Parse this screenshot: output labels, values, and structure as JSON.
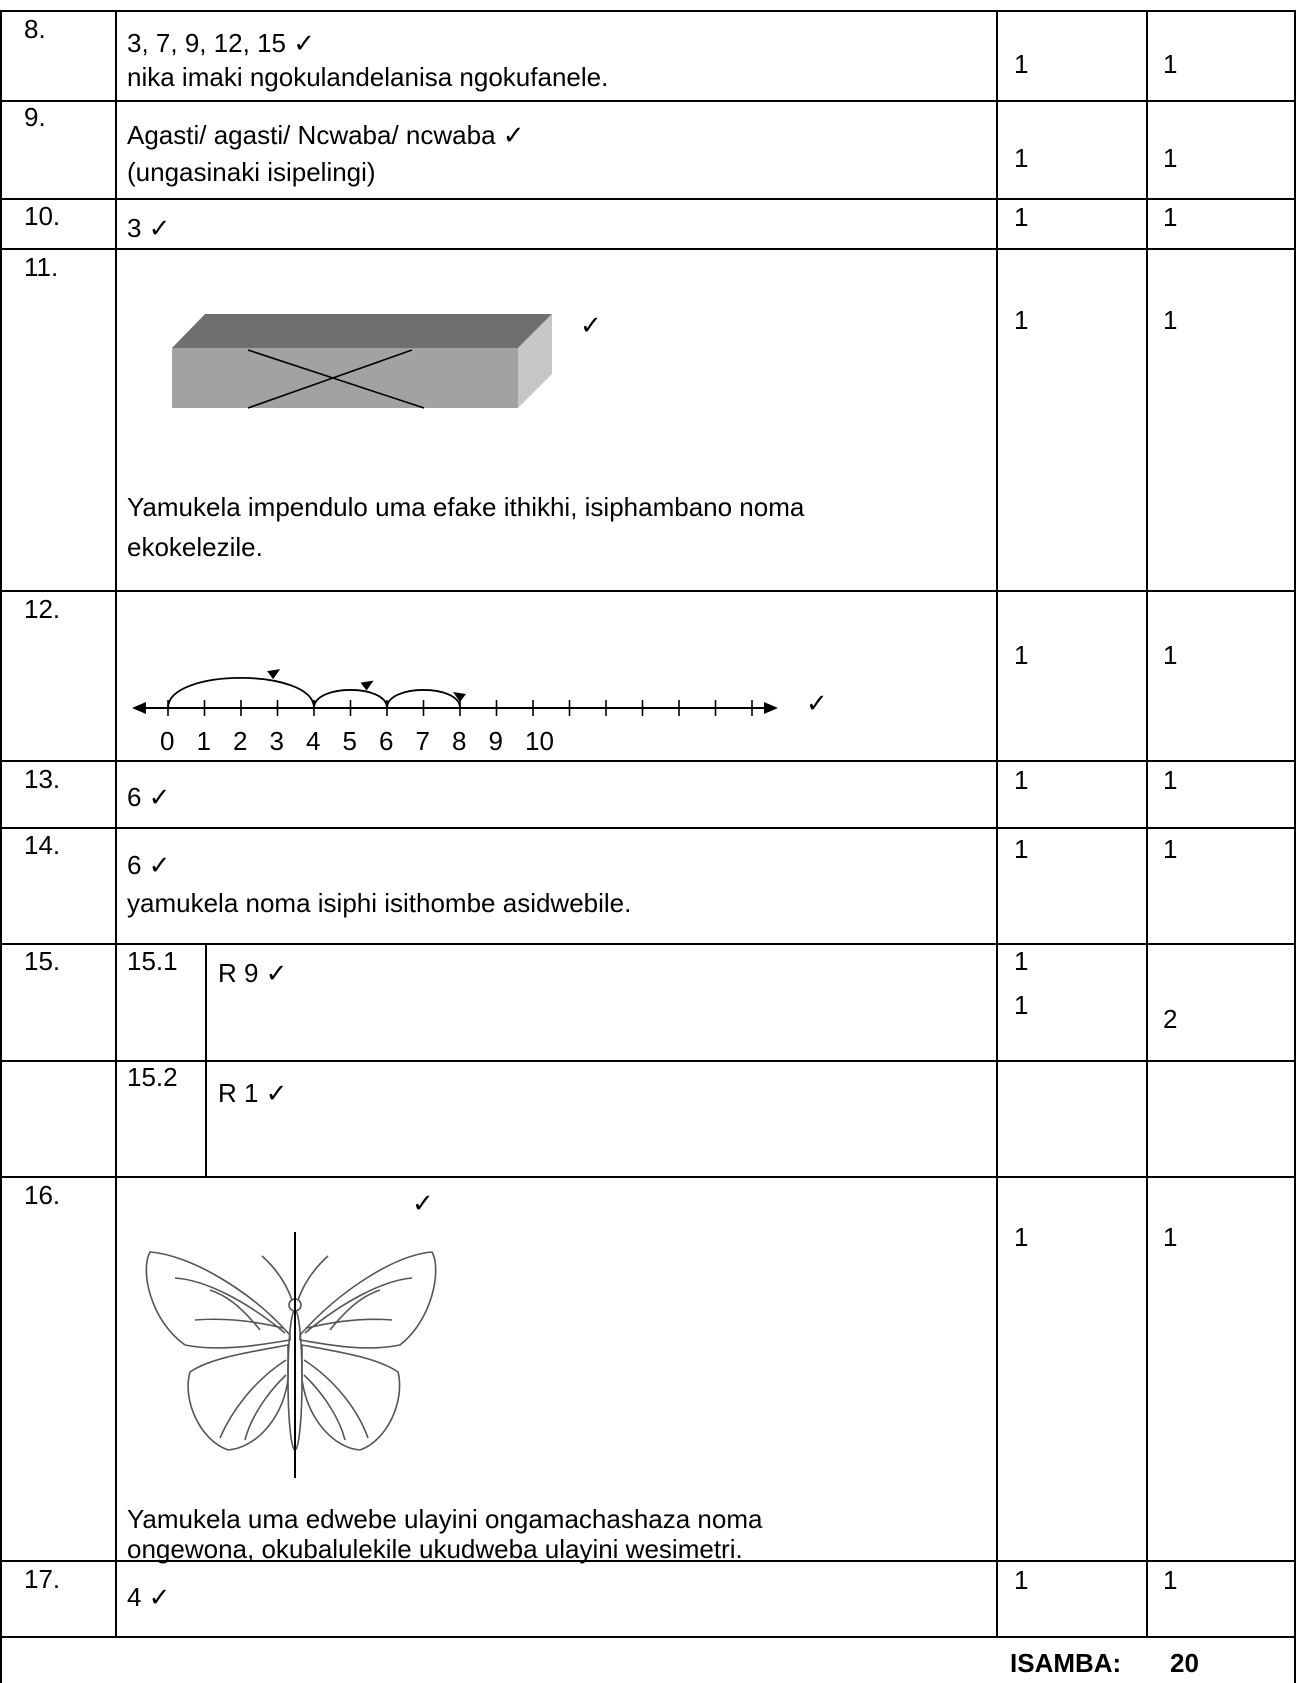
{
  "rows": [
    {
      "number": "8.",
      "lines": [
        "3,  7,  9,  12,  15 ✓",
        "nika imaki ngokulandelanisa ngokufanele."
      ],
      "mark": "1",
      "total": "1"
    },
    {
      "number": "9.",
      "lines": [
        "Agasti/ agasti/ Ncwaba/ ncwaba ✓",
        "(ungasinaki isipelingi)"
      ],
      "mark": "1",
      "total": "1"
    },
    {
      "number": "10.",
      "lines": [
        "3 ✓"
      ],
      "mark": "1",
      "total": "1"
    },
    {
      "number": "11.",
      "lines": [
        "Yamukela impendulo uma efake ithikhi, isiphambano noma",
        "ekokelezile."
      ],
      "tick": "✓",
      "mark": "1",
      "total": "1"
    },
    {
      "number": "12.",
      "tick": "✓",
      "mark": "1",
      "total": "1"
    },
    {
      "number": "13.",
      "lines": [
        "6 ✓"
      ],
      "mark": "1",
      "total": "1"
    },
    {
      "number": "14.",
      "lines": [
        "6 ✓",
        "yamukela noma isiphi isithombe asidwebile."
      ],
      "mark": "1",
      "total": "1"
    },
    {
      "number": "15.",
      "sub": "15.1",
      "lines": [
        "R 9  ✓"
      ],
      "marks": [
        "1",
        "1"
      ],
      "total": "2"
    },
    {
      "sub": "15.2",
      "lines": [
        "R 1 ✓"
      ]
    },
    {
      "number": "16.",
      "tick": "✓",
      "lines": [
        "Yamukela uma edwebe ulayini ongamachashaza noma",
        "ongewona, okubalulekile ukudweba ulayini wesimetri."
      ],
      "mark": "1",
      "total": "1"
    },
    {
      "number": "17.",
      "lines": [
        "4  ✓"
      ],
      "mark": "1",
      "total": "1"
    }
  ],
  "number_line": {
    "tick_labels": [
      "0",
      "1",
      "2",
      "3",
      "4",
      "5",
      "6",
      "7",
      "8",
      "9",
      "10"
    ],
    "tick_values": [
      0,
      1,
      2,
      3,
      4,
      5,
      6,
      7,
      8,
      9,
      10
    ],
    "jumps": [
      [
        0,
        4
      ],
      [
        4,
        6
      ],
      [
        6,
        8
      ]
    ]
  },
  "footer": {
    "label": "ISAMBA:",
    "value": "20"
  }
}
